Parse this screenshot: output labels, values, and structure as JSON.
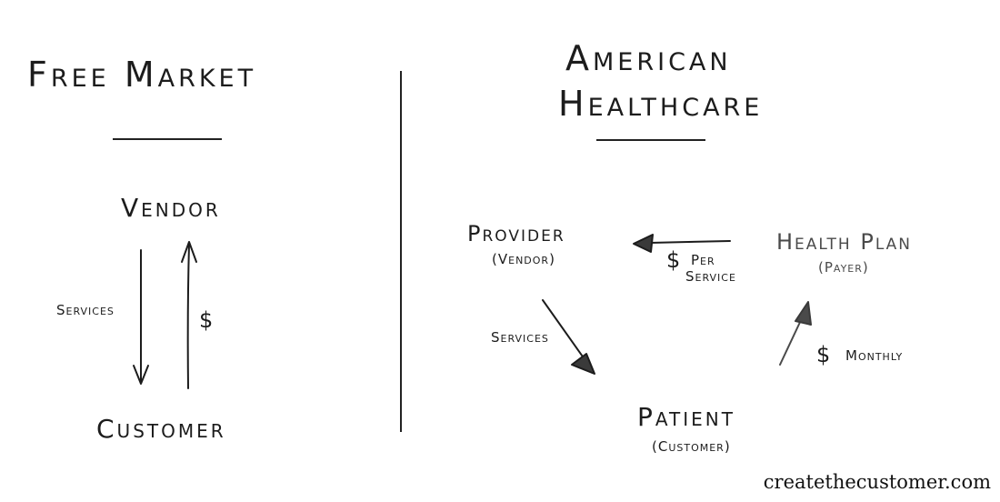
{
  "left_panel": {
    "title": "Free Market",
    "nodes": {
      "vendor": "Vendor",
      "customer": "Customer"
    },
    "edges": {
      "services": "Services",
      "money": "$"
    }
  },
  "right_panel": {
    "title_line1": "American",
    "title_line2": "Healthcare",
    "nodes": {
      "provider": "Provider",
      "provider_sub": "(Vendor)",
      "health_plan": "Health Plan",
      "health_plan_sub": "(Payer)",
      "patient": "Patient",
      "patient_sub": "(Customer)"
    },
    "edges": {
      "per_service_dollar": "$",
      "per_service_line1": "Per",
      "per_service_line2": "Service",
      "services": "Services",
      "monthly_dollar": "$",
      "monthly": "Monthly"
    }
  },
  "credit": "createthecustomer.com",
  "colors": {
    "ink": "#1c1c1c",
    "light_ink": "#4a4a4a",
    "background": "#ffffff"
  }
}
